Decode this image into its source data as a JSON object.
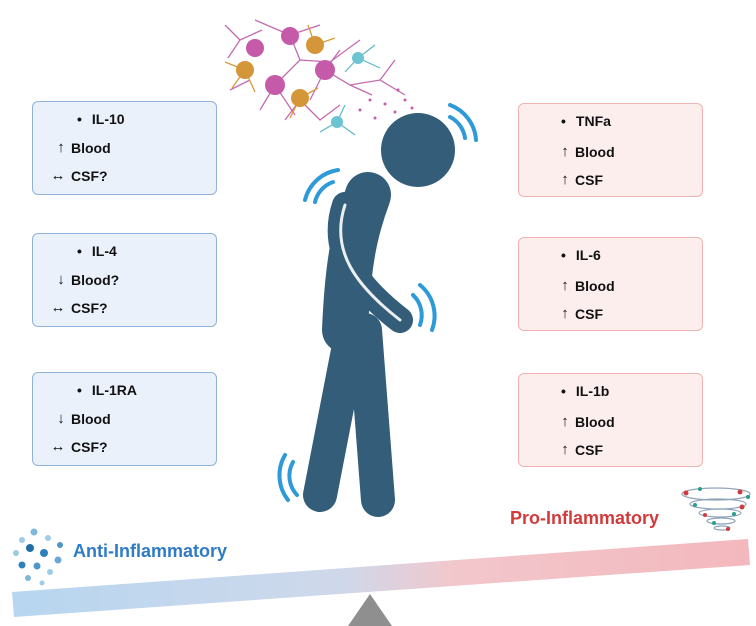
{
  "anti_boxes": [
    {
      "cytokine": "IL-10",
      "blood_symbol": "↑",
      "blood_label": "Blood",
      "csf_symbol": "↔",
      "csf_label": "CSF?"
    },
    {
      "cytokine": "IL-4",
      "blood_symbol": "↓",
      "blood_label": "Blood?",
      "csf_symbol": "↔",
      "csf_label": "CSF?"
    },
    {
      "cytokine": "IL-1RA",
      "blood_symbol": "↓",
      "blood_label": "Blood",
      "csf_symbol": "↔",
      "csf_label": "CSF?"
    }
  ],
  "pro_boxes": [
    {
      "cytokine": "TNFa",
      "blood_symbol": "↑",
      "blood_label": "Blood",
      "csf_symbol": "↑",
      "csf_label": "CSF"
    },
    {
      "cytokine": "IL-6",
      "blood_symbol": "↑",
      "blood_label": "Blood",
      "csf_symbol": "↑",
      "csf_label": "CSF"
    },
    {
      "cytokine": "IL-1b",
      "blood_symbol": "↑",
      "blood_label": "Blood",
      "csf_symbol": "↑",
      "csf_label": "CSF"
    }
  ],
  "bullet": "•",
  "scale": {
    "left_label": "Anti-Inflammatory",
    "right_label": "Pro-Inflammatory"
  },
  "colors": {
    "anti": "#2f7bc6",
    "pro": "#d23b3b",
    "figure": "#335d79",
    "motion": "#2e9ad8",
    "fulcrum": "#8f8f8f"
  },
  "icons": [
    "neuron-cluster-icon",
    "person-tremor-icon",
    "particle-cluster-icon",
    "tornado-icon",
    "fulcrum-icon"
  ]
}
